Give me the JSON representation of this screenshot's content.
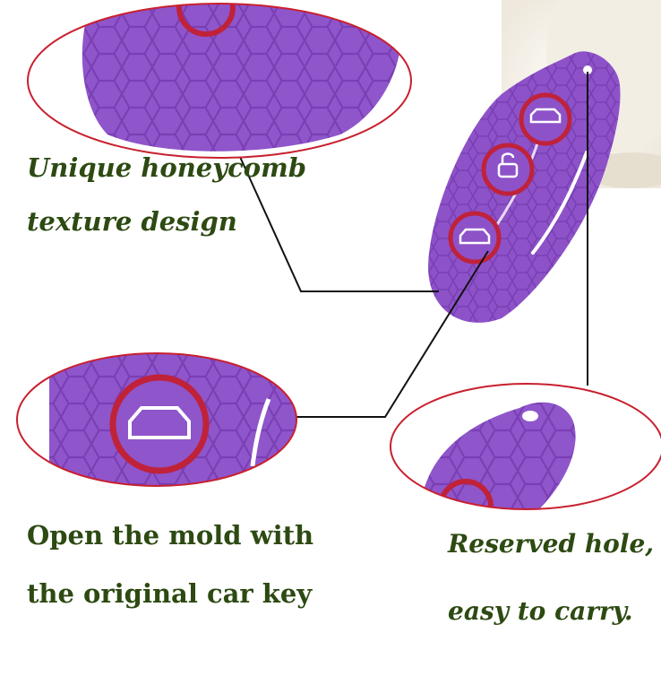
{
  "captions": {
    "texture_line1": "Unique honeycomb",
    "texture_line2": "texture design",
    "mold_line1": "Open the mold with",
    "mold_line2": "the original car key",
    "hole_line1": "Reserved hole,",
    "hole_line2": "easy to carry."
  },
  "colors": {
    "case_purple": "#8d52c8",
    "button_red": "#c0223a",
    "callout_border": "#c8202e",
    "caption_green": "#2d4a12"
  },
  "icons": [
    "car-open-icon",
    "lock-open-icon",
    "car-roof-icon"
  ]
}
